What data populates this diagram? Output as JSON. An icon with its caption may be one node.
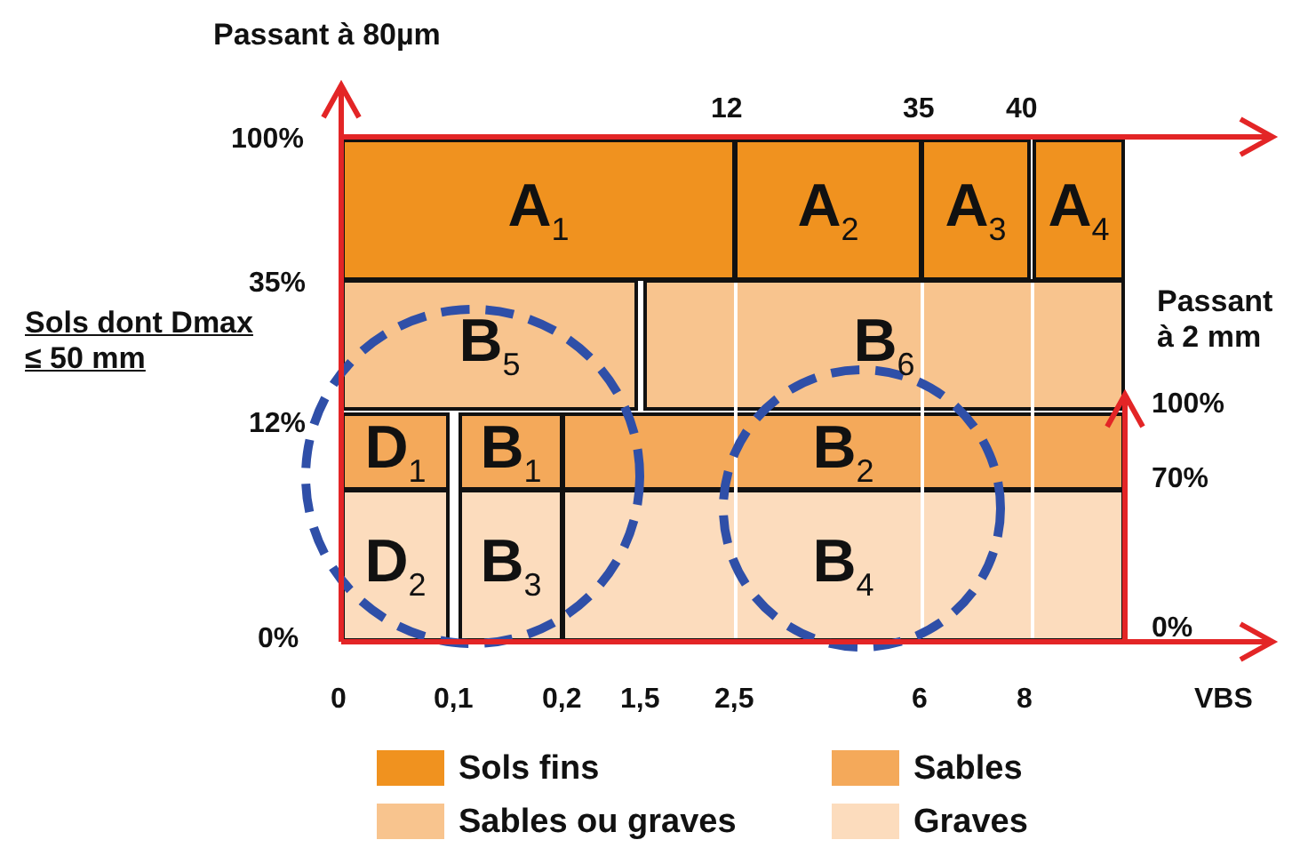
{
  "diagram": {
    "nodes": [
      {
        "text": [
          "A$_{1}$"
        ]
      },
      {
        "text": [
          "A$_{2}$"
        ]
      },
      {
        "text": [
          "A$_{3}$"
        ]
      },
      {
        "text": [
          "A$_{4}$"
        ]
      },
      {
        "text": [
          "B$_{5}$"
        ]
      },
      {
        "text": [
          "B$_{6}$"
        ]
      },
      {
        "text": [
          "D$_{1}$"
        ]
      },
      {
        "text": [
          "B$_{1}$"
        ]
      },
      {
        "text": [
          "B$_{2}$"
        ]
      },
      {
        "text": [
          "D$_{2}$"
        ]
      },
      {
        "text": [
          "B$_{3}$"
        ]
      },
      {
        "text": [
          "B$_{4}$"
        ]
      }
    ],
    "labels": [
      "Passant à 80µm",
      "12",
      "35",
      "40",
      "100%",
      "35%",
      "Sols dont Dmax ≤ 50 mm",
      "Passant à 2 mm",
      "12%",
      "100%",
      "70%",
      "0%",
      "0%",
      "0",
      "0,1",
      "0,2",
      "1,5",
      "2,5",
      "6",
      "8",
      "VBS"
    ],
    "legend": [
      {
        "text": "Sols fins",
        "color": "#f0921f"
      },
      {
        "text": "Sables",
        "color": "#f4a95a"
      },
      {
        "text": "Sables ou graves",
        "color": "#f8c48e"
      },
      {
        "text": "Graves",
        "color": "#fcdcbd"
      }
    ]
  }
}
